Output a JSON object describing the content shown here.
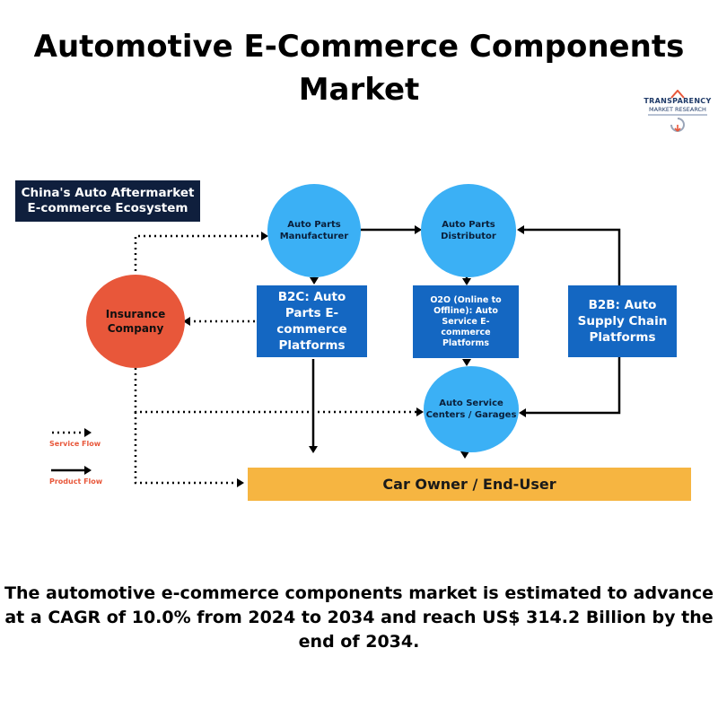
{
  "title": "Automotive E-Commerce Components Market",
  "logo": {
    "line1": "TRANSPARENCY",
    "line2": "MARKET RESEARCH"
  },
  "ecosystem_label": "China's Auto Aftermarket E-commerce Ecosystem",
  "nodes": {
    "manufacturer": "Auto Parts Manufacturer",
    "distributor": "Auto Parts Distributor",
    "insurance": "Insurance Company",
    "b2c": "B2C: Auto Parts E-commerce Platforms",
    "o2o": "O2O (Online to Offline): Auto Service E-commerce Platforms",
    "b2b": "B2B: Auto Supply Chain Platforms",
    "service_centers": "Auto Service Centers / Garages",
    "end_user": "Car Owner / End-User"
  },
  "legend": {
    "service_flow": "Service Flow",
    "product_flow": "Product Flow"
  },
  "summary": "The automotive e-commerce components market is estimated to advance at a CAGR of 10.0% from 2024 to 2034 and reach US$ 314.2 Billion by the end of 2034.",
  "colors": {
    "node_blue": "#3bb0f5",
    "box_blue": "#1467c2",
    "insurance_red": "#e8573a",
    "end_user_orange": "#f6b541",
    "navy": "#0f1f3d"
  }
}
